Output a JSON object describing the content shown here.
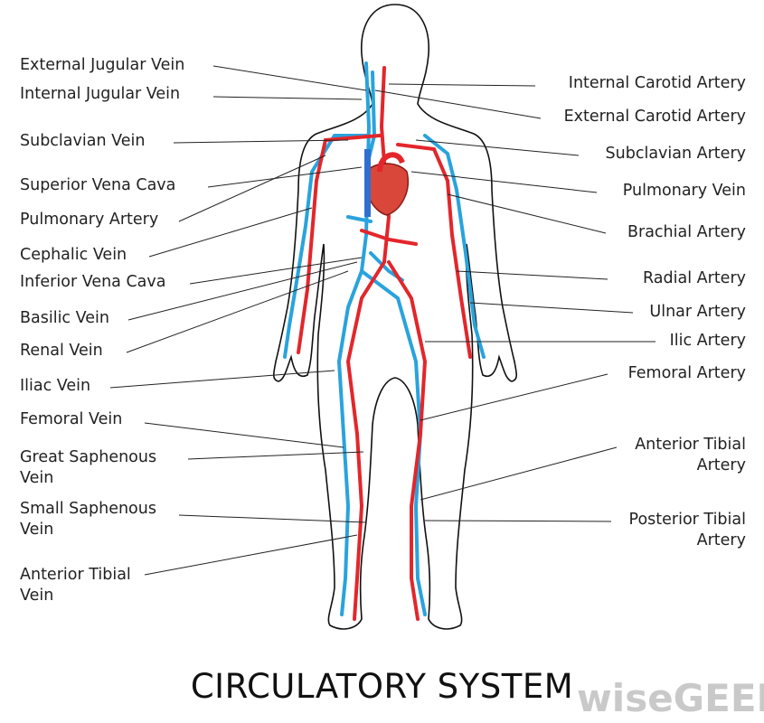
{
  "title": "CIRCULATORY SYSTEM",
  "watermark": "wiseGEEK",
  "colors": {
    "vein": "#29a3dd",
    "artery": "#e3262b",
    "outline": "#111111"
  },
  "left_labels": [
    {
      "line1": "External Jugular Vein"
    },
    {
      "line1": "Internal Jugular Vein"
    },
    {
      "line1": "Subclavian Vein"
    },
    {
      "line1": "Superior Vena Cava"
    },
    {
      "line1": "Pulmonary Artery"
    },
    {
      "line1": "Cephalic Vein"
    },
    {
      "line1": "Inferior Vena Cava"
    },
    {
      "line1": "Basilic Vein"
    },
    {
      "line1": "Renal Vein"
    },
    {
      "line1": "Iliac Vein"
    },
    {
      "line1": "Femoral Vein"
    },
    {
      "line1": "Great Saphenous",
      "line2": "Vein"
    },
    {
      "line1": "Small Saphenous",
      "line2": "Vein"
    },
    {
      "line1": "Anterior Tibial",
      "line2": "Vein"
    }
  ],
  "right_labels": [
    {
      "line1": "Internal Carotid Artery"
    },
    {
      "line1": "External Carotid Artery"
    },
    {
      "line1": "Subclavian Artery"
    },
    {
      "line1": "Pulmonary Vein"
    },
    {
      "line1": "Brachial Artery"
    },
    {
      "line1": "Radial Artery"
    },
    {
      "line1": "Ulnar Artery"
    },
    {
      "line1": "Ilic Artery"
    },
    {
      "line1": "Femoral Artery"
    },
    {
      "line1": "Anterior Tibial",
      "line2": "Artery"
    },
    {
      "line1": "Posterior Tibial",
      "line2": "Artery"
    }
  ]
}
